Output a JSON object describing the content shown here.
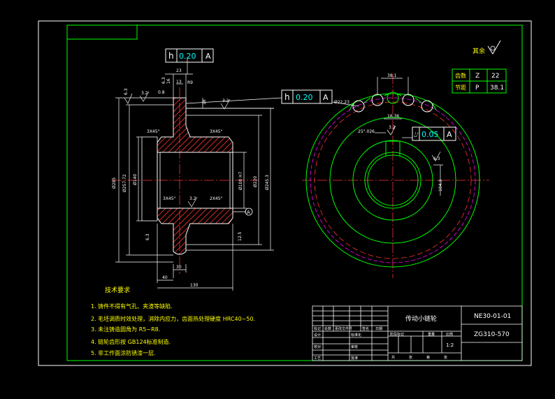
{
  "drawing": {
    "title": "传动小链轮",
    "code": "NE30-01-01",
    "material": "ZG310-570",
    "scale": "1:2",
    "surface_note": "其余",
    "colors": {
      "background": "#000000",
      "frame": "#ffffff",
      "border": "#00ff00",
      "hatch": "#ff3333",
      "centerline": "#ff3333",
      "dimension": "#ffffff",
      "pitch_circle": "#ff00ff"
    }
  },
  "param_table": {
    "rows": [
      {
        "name": "齿数",
        "symbol": "Z",
        "value": "22"
      },
      {
        "name": "节距",
        "symbol": "P",
        "value": "38.1"
      }
    ]
  },
  "tolerance_frames": [
    {
      "symbol": "h",
      "value": "0.20",
      "datum": "A"
    },
    {
      "symbol": "h",
      "value": "0.20",
      "datum": "A"
    },
    {
      "symbol": "⌰",
      "value": "0.05",
      "datum": "A"
    }
  ],
  "datum_label": "A",
  "dimensions": {
    "side": {
      "d285": "Ø285",
      "d257": "Ø257.72",
      "d140": "Ø140",
      "d100": "Ø100 H7",
      "d220": "Ø220",
      "d245": "Ø245.3",
      "l23": "23",
      "l13": "13",
      "l18": "18",
      "l30": "30",
      "l40": "40",
      "l130": "130",
      "r9": "R9",
      "c1": "3X45°",
      "c2": "3X45°",
      "c3": "3X45°",
      "c4": "2X45°",
      "ra32a": "3.2",
      "ra32b": "3.2",
      "ra32c": "3.2",
      "ra63a": "6.3",
      "ra63b": "6.3",
      "ra63c": "6.3",
      "ra125": "12.5",
      "ra08": "0.8",
      "v16": "16"
    },
    "front": {
      "pitch": "38.1",
      "roller": "Ø22.23",
      "seat": "16.36",
      "keyway": "25°.026",
      "hub": "104.3",
      "ra32": "3.2",
      "ra63": "6.3"
    }
  },
  "notes": {
    "heading": "技术要求",
    "items": [
      "1.  铸件不得有气孔、夹渣等缺陷.",
      "2.  毛坯调质时效处理，消除内应力，齿面热处理硬度     HRC40~50.",
      "3.  未注铸造圆角为   R5~R8.",
      "4.  链轮齿形按  GB124标准制造.",
      "5.  非工作面涂防锈漆一层."
    ]
  },
  "title_block": {
    "process_row": [
      "标记",
      "处数",
      "更改文件号",
      "签名",
      "日期"
    ],
    "left_rows": [
      [
        "设计",
        "",
        "标准化"
      ],
      [
        "校对",
        "",
        "审核"
      ],
      [
        "工艺",
        "",
        "批准"
      ]
    ],
    "stage_headers": [
      "阶段标记",
      "重量",
      "比例"
    ],
    "bottom": [
      "共",
      "张",
      "第",
      "张"
    ]
  }
}
